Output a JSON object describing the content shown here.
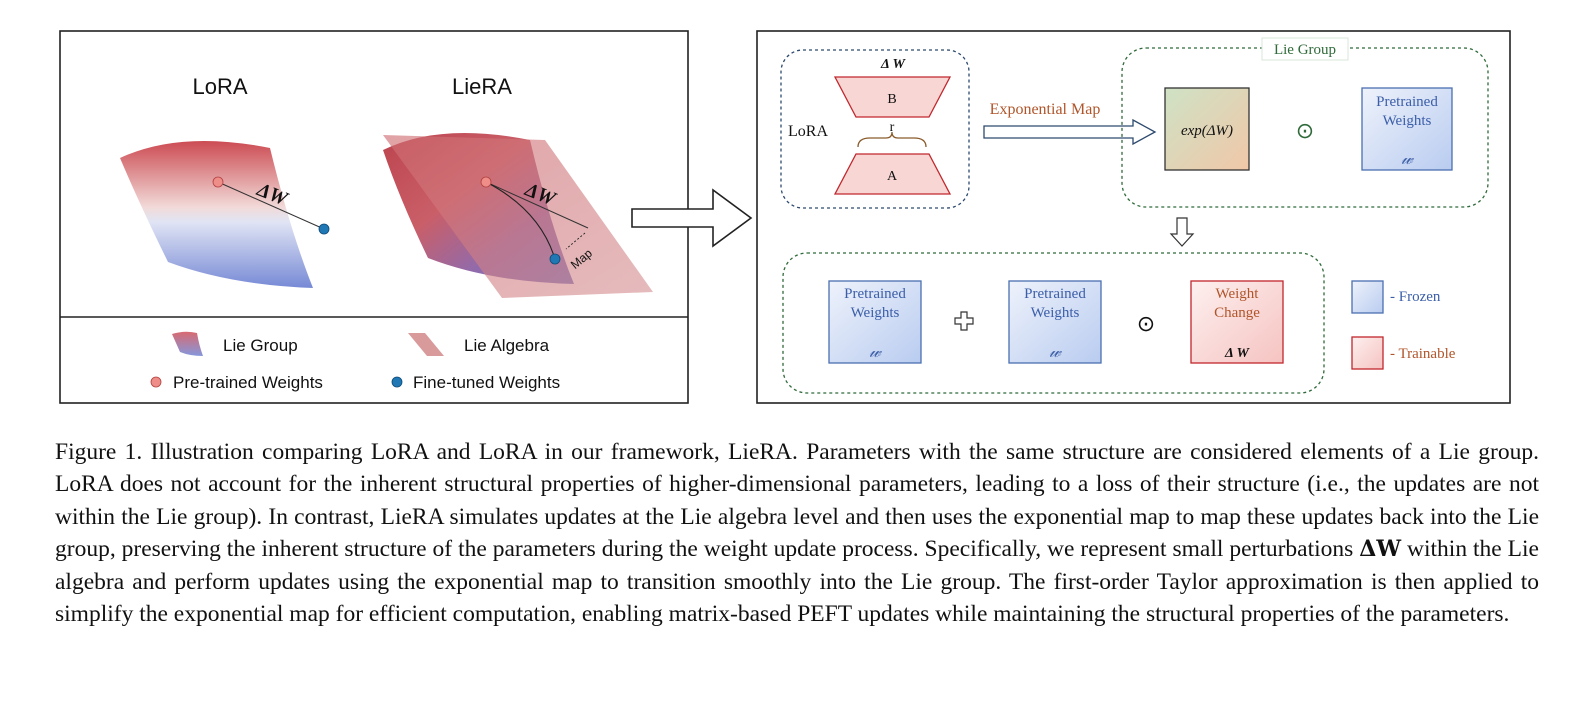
{
  "left_panel": {
    "lora_title": "LoRA",
    "liera_title": "LieRA",
    "delta_w": "ΔW",
    "map_label": "Map",
    "legend": {
      "lie_group": "Lie Group",
      "lie_algebra": "Lie Algebra",
      "pretrained": "Pre-trained Weights",
      "finetuned": "Fine-tuned Weights"
    }
  },
  "right_panel": {
    "lora_label": "LoRA",
    "delta_w_label": "Δ W",
    "b_label": "B",
    "r_label": "r",
    "a_label": "A",
    "exp_map_label": "Exponential Map",
    "lie_group_label": "Lie Group",
    "exp_label": "exp(ΔW)",
    "odot": "⊙",
    "pretrained_line1": "Pretrained",
    "pretrained_line2": "Weights",
    "w_symbol": "𝓌",
    "weight_change_line1": "Weight",
    "weight_change_line2": "Change",
    "frozen_label": "- Frozen",
    "trainable_label": "- Trainable"
  },
  "caption": {
    "part1": "Figure 1. Illustration comparing LoRA and LoRA in our framework, LieRA. Parameters with the same structure are considered elements of a Lie group. LoRA does not account for the inherent structural properties of higher-dimensional parameters, leading to a loss of their structure (i.e., the updates are not within the Lie group). In contrast, LieRA simulates updates at the Lie algebra level and then uses the exponential map to map these updates back into the Lie group, preserving the inherent structure of the parameters during the weight update process. Specifically, we represent small perturbations ",
    "math": "ΔW",
    "part2": " within the Lie algebra and perform updates using the exponential map to transition smoothly into the Lie group. The first-order Taylor approximation is then applied to simplify the exponential map for efficient computation, enabling matrix-based PEFT updates while maintaining the structural properties of the parameters."
  },
  "colors": {
    "group_red": "#c94a4f",
    "group_blue": "#7b8fd8",
    "algebra_pink": "#d99a9c",
    "frozen_fill": "#c9d6f2",
    "frozen_stroke": "#4a6fb0",
    "trainable_fill": "#f8d6d4",
    "trainable_stroke": "#c1272d",
    "exp_text": "#b0552a",
    "dash_blue": "#2d4a6e",
    "dash_green": "#2f6b3a",
    "pretrained_dot": "#ef8d88",
    "finetuned_dot": "#1f78b4"
  }
}
